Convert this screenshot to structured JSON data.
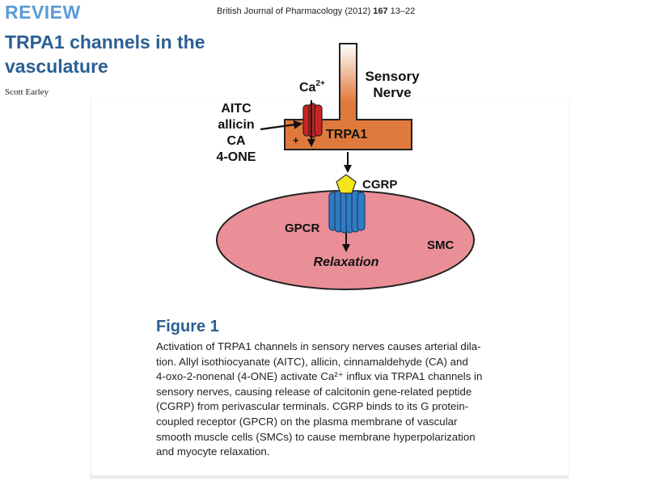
{
  "header": {
    "section": "REVIEW",
    "journal_name": "British Journal of Pharmacology (2012)",
    "journal_volume": "167",
    "journal_pages": "13–22",
    "title": "TRPA1 channels in the vasculature",
    "author": "Scott Earley"
  },
  "figure": {
    "diagram": {
      "sensory_nerve_label_line1": "Sensory",
      "sensory_nerve_label_line2": "Nerve",
      "calcium_ion": "Ca",
      "calcium_charge": "2+",
      "agonists": [
        "AITC",
        "allicin",
        "CA",
        "4-ONE"
      ],
      "channel_label": "TRPA1",
      "plus_sign": "+",
      "peptide_label": "CGRP",
      "receptor_label": "GPCR",
      "cell_label": "SMC",
      "outcome_label": "Relaxation"
    },
    "colors": {
      "nerve_fill": "#e07a3c",
      "nerve_gradient_light": "#ffffff",
      "channel_fill": "#cc2222",
      "peptide_fill": "#f5e61a",
      "receptor_fill": "#2f7cc4",
      "cell_fill": "#ea8f97"
    },
    "label": "Figure 1",
    "caption_lines": [
      "Activation of TRPA1 channels in sensory nerves causes arterial dila-",
      "tion. Allyl isothiocyanate (AITC), allicin, cinnamaldehyde (CA) and",
      "4-oxo-2-nonenal (4-ONE) activate Ca²⁺ influx via TRPA1 channels in",
      "sensory nerves, causing release of calcitonin gene-related peptide",
      "(CGRP) from perivascular terminals. CGRP binds to its G protein-",
      "coupled receptor (GPCR) on the plasma membrane of vascular",
      "smooth muscle cells (SMCs) to cause membrane hyperpolarization",
      "and myocyte relaxation."
    ]
  }
}
